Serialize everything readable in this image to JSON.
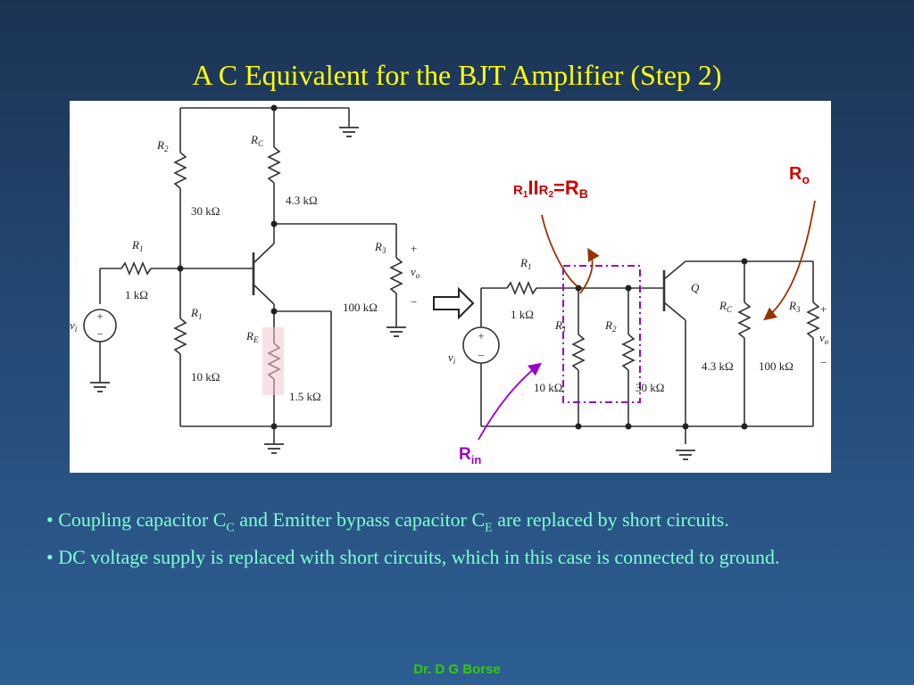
{
  "slide": {
    "title": "A C Equivalent for the BJT Amplifier (Step 2)",
    "author": "Dr. D G Borse"
  },
  "left_circuit": {
    "r2_name": "R",
    "r2_sub": "2",
    "r2_value": "30 kΩ",
    "rc_name": "R",
    "rc_sub": "C",
    "rc_value": "4.3 kΩ",
    "r1_name": "R",
    "r1_sub": "1",
    "r1_value": "10 kΩ",
    "re_name": "R",
    "re_sub": "E",
    "re_value": "1.5 kΩ",
    "rs_name": "R",
    "rs_sub": "1",
    "rs_value": "1 kΩ",
    "r3_name": "R",
    "r3_sub": "3",
    "r3_value": "100 kΩ",
    "vin": "v",
    "vin_sub": "i",
    "vout": "v",
    "vout_sub": "o",
    "plus": "+",
    "minus": "−"
  },
  "right_circuit": {
    "rs_name": "R",
    "rs_sub": "1",
    "rs_value": "1 kΩ",
    "r1_name": "R",
    "r1_sub": "1",
    "r1_value": "10 kΩ",
    "r2_name": "R",
    "r2_sub": "2",
    "r2_value": "30 kΩ",
    "q_label": "Q",
    "rc_name": "R",
    "rc_sub": "C",
    "rc_value": "4.3 kΩ",
    "r3_name": "R",
    "r3_sub": "3",
    "r3_value": "100 kΩ",
    "vin": "v",
    "vin_sub": "i",
    "vout": "v",
    "vout_sub": "o",
    "plus": "+",
    "minus": "−"
  },
  "annotations": {
    "rb_r1": "R",
    "rb_r1_sub": "1",
    "rb_par": "II",
    "rb_r2": "R",
    "rb_r2_sub": "2",
    "rb_eq": "=",
    "rb_rb": "R",
    "rb_rb_sub": "B",
    "ro": "R",
    "ro_sub": "o",
    "rin": "R",
    "rin_sub": "in",
    "rb_color": "#cc0000",
    "ro_color": "#cc0000",
    "rin_color": "#9900cc",
    "highlight_color": "#9900cc",
    "arrow_brown": "#993300"
  },
  "bullets": {
    "b1_a": "• Coupling capacitor C",
    "b1_sub1": "C",
    "b1_b": " and Emitter bypass capacitor C",
    "b1_sub2": "E",
    "b1_c": " are replaced by short circuits.",
    "b2": "• DC voltage supply is replaced with short circuits, which in this case is connected to ground."
  }
}
